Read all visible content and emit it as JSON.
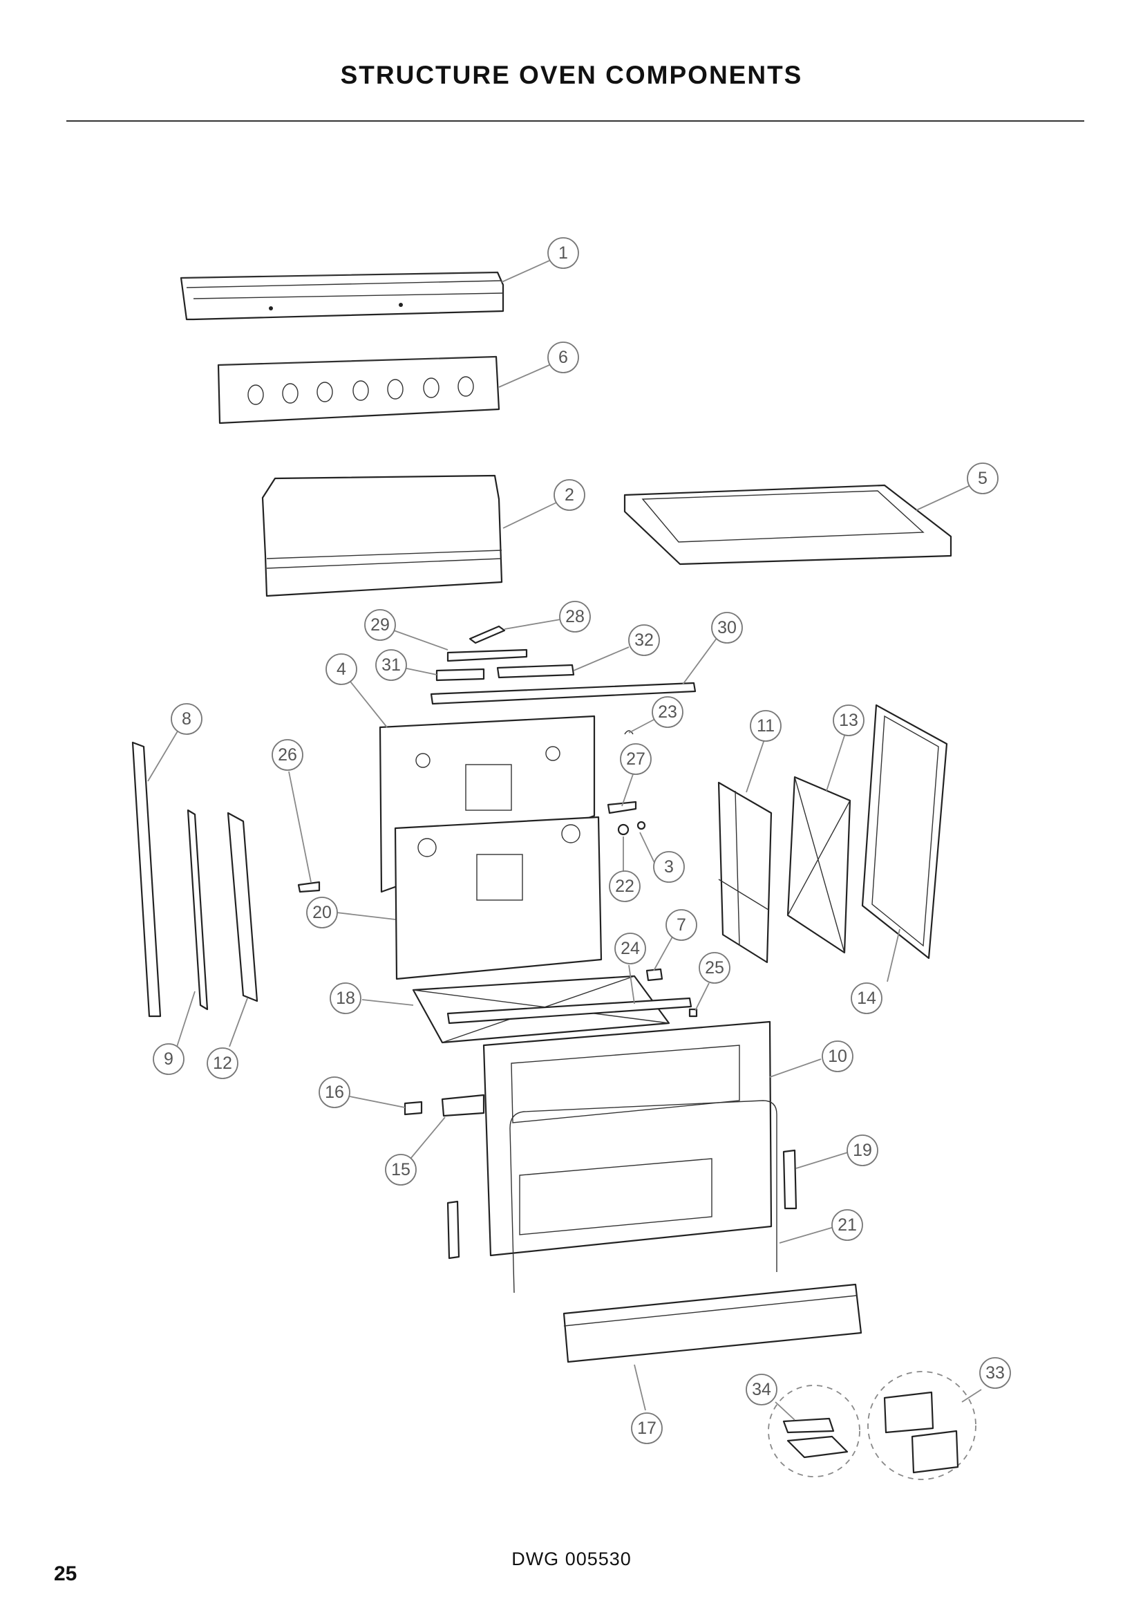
{
  "header": {
    "title": "STRUCTURE OVEN COMPONENTS"
  },
  "footer": {
    "drawing_number": "DWG 005530",
    "page_number": "25"
  },
  "callouts": [
    {
      "id": "c1",
      "label": "1"
    },
    {
      "id": "c2",
      "label": "2"
    },
    {
      "id": "c3",
      "label": "3"
    },
    {
      "id": "c4",
      "label": "4"
    },
    {
      "id": "c5",
      "label": "5"
    },
    {
      "id": "c6",
      "label": "6"
    },
    {
      "id": "c7",
      "label": "7"
    },
    {
      "id": "c8",
      "label": "8"
    },
    {
      "id": "c9",
      "label": "9"
    },
    {
      "id": "c10",
      "label": "10"
    },
    {
      "id": "c11",
      "label": "11"
    },
    {
      "id": "c12",
      "label": "12"
    },
    {
      "id": "c13",
      "label": "13"
    },
    {
      "id": "c14",
      "label": "14"
    },
    {
      "id": "c15",
      "label": "15"
    },
    {
      "id": "c16",
      "label": "16"
    },
    {
      "id": "c17",
      "label": "17"
    },
    {
      "id": "c18",
      "label": "18"
    },
    {
      "id": "c19",
      "label": "19"
    },
    {
      "id": "c20",
      "label": "20"
    },
    {
      "id": "c21",
      "label": "21"
    },
    {
      "id": "c22",
      "label": "22"
    },
    {
      "id": "c23",
      "label": "23"
    },
    {
      "id": "c24",
      "label": "24"
    },
    {
      "id": "c25",
      "label": "25"
    },
    {
      "id": "c26",
      "label": "26"
    },
    {
      "id": "c27",
      "label": "27"
    },
    {
      "id": "c28",
      "label": "28"
    },
    {
      "id": "c29",
      "label": "29"
    },
    {
      "id": "c30",
      "label": "30"
    },
    {
      "id": "c31",
      "label": "31"
    },
    {
      "id": "c32",
      "label": "32"
    },
    {
      "id": "c33",
      "label": "33"
    },
    {
      "id": "c34",
      "label": "34"
    }
  ]
}
